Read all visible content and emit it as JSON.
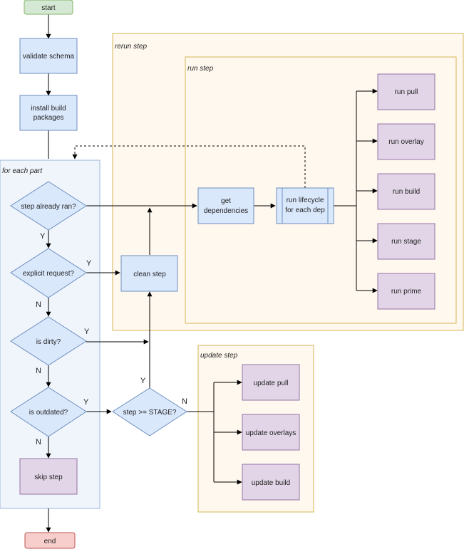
{
  "groups": {
    "rerun_step": "rerun step",
    "run_step": "run step",
    "for_each_part": "for each part",
    "update_step": "update step"
  },
  "nodes": {
    "start": "start",
    "validate_schema": "validate schema",
    "install_build_packages": [
      "install build",
      "packages"
    ],
    "step_already_ran": "step already ran?",
    "explicit_request": "explicit request?",
    "is_dirty": "is dirty?",
    "is_outdated": "is outdated?",
    "skip_step": "skip step",
    "end": "end",
    "clean_step": "clean step",
    "get_dependencies": [
      "get",
      "dependencies"
    ],
    "run_lifecycle": [
      "run lifecycle",
      "for each dep"
    ],
    "run_pull": "run pull",
    "run_overlay": "run overlay",
    "run_build": "run build",
    "run_stage": "run stage",
    "run_prime": "run prime",
    "step_ge_stage": "step >= STAGE?",
    "update_pull": "update pull",
    "update_overlays": "update overlays",
    "update_build": "update build"
  },
  "edge_labels": {
    "yes": "Y",
    "no": "N"
  },
  "colors": {
    "terminal_start_fill": "#d5e8d4",
    "terminal_start_stroke": "#82b366",
    "terminal_end_fill": "#f8cecc",
    "terminal_end_stroke": "#b85450",
    "process_fill": "#dae8fc",
    "process_stroke": "#6c8ebf",
    "action_fill": "#e1d5e7",
    "action_stroke": "#9673a6",
    "group_fill": "#fff8ee",
    "group_stroke": "#d6b656",
    "loop_fill": "#f0f5fb",
    "loop_stroke": "#9ab7d8",
    "edge": "#000000"
  }
}
